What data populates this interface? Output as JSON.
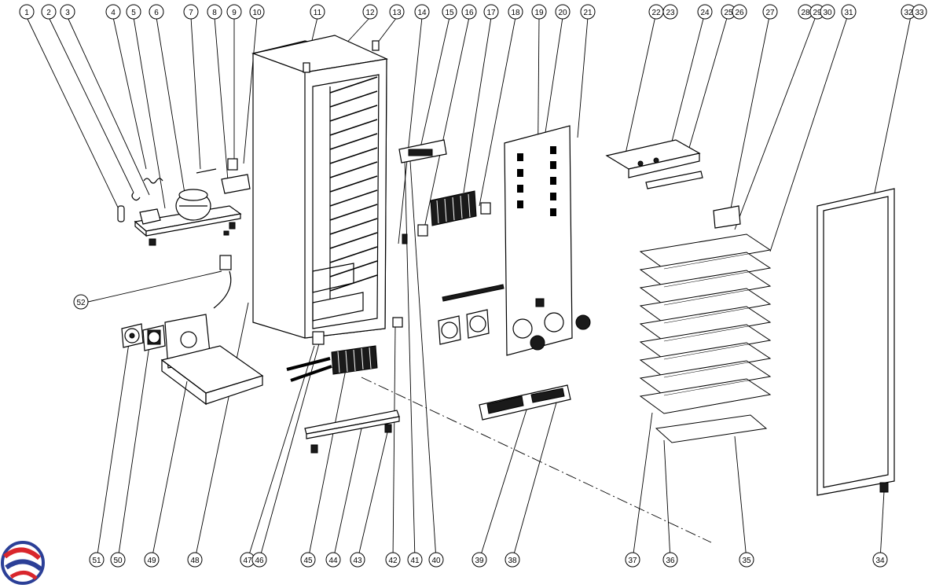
{
  "diagram": {
    "callouts_top": [
      "1",
      "2",
      "3",
      "4",
      "5",
      "6",
      "7",
      "8",
      "9",
      "10",
      "11",
      "12",
      "13",
      "14",
      "15",
      "16",
      "17",
      "18",
      "19",
      "20",
      "21",
      "22",
      "23",
      "24",
      "25",
      "26",
      "27",
      "28",
      "29",
      "30",
      "31",
      "32",
      "33"
    ],
    "callouts_bottom": [
      "51",
      "50",
      "49",
      "48",
      "47",
      "46",
      "45",
      "44",
      "43",
      "42",
      "41",
      "40",
      "39",
      "38",
      "37",
      "36",
      "35",
      "34"
    ],
    "callout_left": "52"
  },
  "logo": {
    "name": "brand-logo",
    "colors": [
      "#d9262c",
      "#2b3f97"
    ]
  }
}
